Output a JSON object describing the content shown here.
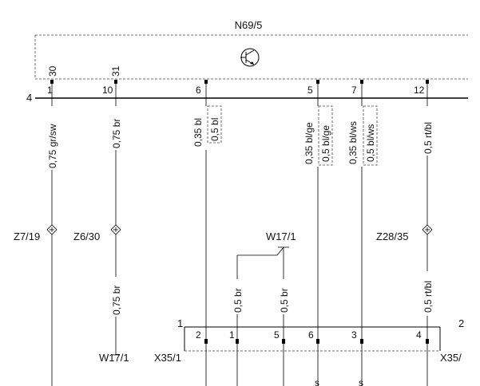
{
  "module": {
    "name": "N69/5"
  },
  "bus_label": "4",
  "module_pins": [
    {
      "top": "30",
      "pin": "1"
    },
    {
      "top": "31",
      "pin": "10"
    },
    {
      "top": "",
      "pin": "6"
    },
    {
      "top": "",
      "pin": "5"
    },
    {
      "top": "",
      "pin": "7"
    },
    {
      "top": "",
      "pin": "12"
    }
  ],
  "upper_wires": [
    {
      "main": "0,75 gr/sw",
      "alt": ""
    },
    {
      "main": "0,75 br",
      "alt": ""
    },
    {
      "main": "0,35 bl",
      "alt": "0,5 bl"
    },
    {
      "main": "0,35 bl/ge",
      "alt": "0,5 bl/ge"
    },
    {
      "main": "0,35 bl/ws",
      "alt": "0,5 bl/ws"
    },
    {
      "main": "0,5 rt/bl",
      "alt": ""
    }
  ],
  "splices": [
    "Z7/19",
    "Z6/30",
    "Z28/35"
  ],
  "lower_wires": {
    "left_br": "0,75 br",
    "w17_br_a": "0,5 br",
    "w17_br_b": "0,5 br",
    "rt_bl": "0,5 rt/bl"
  },
  "ground_labels": {
    "top": "W17/1",
    "bottom": "W17/1"
  },
  "connector": {
    "left_label": "X35/1",
    "right_label": "X35/",
    "edge_left": "1",
    "edge_right": "2",
    "pins": [
      "2",
      "1",
      "5",
      "6",
      "3",
      "4"
    ]
  },
  "bottom_marks": [
    "s",
    "s"
  ]
}
